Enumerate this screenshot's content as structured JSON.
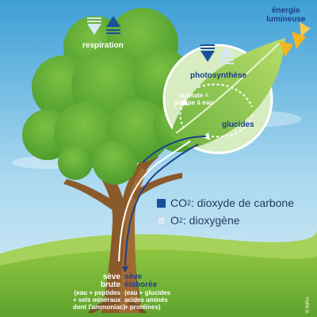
{
  "labels": {
    "respiration": "respiration",
    "energie_line1": "énergie",
    "energie_line2": "lumineuse",
    "photosynthese": "photosynthèse",
    "stomate_line1": "stomate =",
    "stomate_line2": "pompe à eau",
    "glucides": "glucides",
    "seve_brute_line1": "sève",
    "seve_brute_line2": "brute",
    "seve_brute_detail": [
      "(eau + peptides",
      "+ sels minéraux",
      "dont l'ammoniac)"
    ],
    "seve_elaboree_line1": "sève",
    "seve_elaboree_line2": "élaborée",
    "seve_elaboree_detail": [
      "(eau + glucides",
      "acides aminés",
      "+ protéines)"
    ],
    "copyright": "© INRA"
  },
  "legend": {
    "co2_formula": "CO",
    "co2_sub": "2",
    "co2_text": " : dioxyde de carbone",
    "o2_formula": "O",
    "o2_sub": "2",
    "o2_text": " : dioxygène"
  },
  "colors": {
    "co2": "#1a4f9c",
    "o2": "#d7e8f3",
    "sky_top": "#4aa6d8",
    "foliage": "#5aa632",
    "trunk": "#8b5a2b",
    "sun": "#f5b51c",
    "label_blue": "#1c3f8a"
  },
  "icons": [
    "co2-arrow-icon",
    "o2-arrow-icon",
    "sun-icon",
    "cycle-arrow-icon"
  ]
}
